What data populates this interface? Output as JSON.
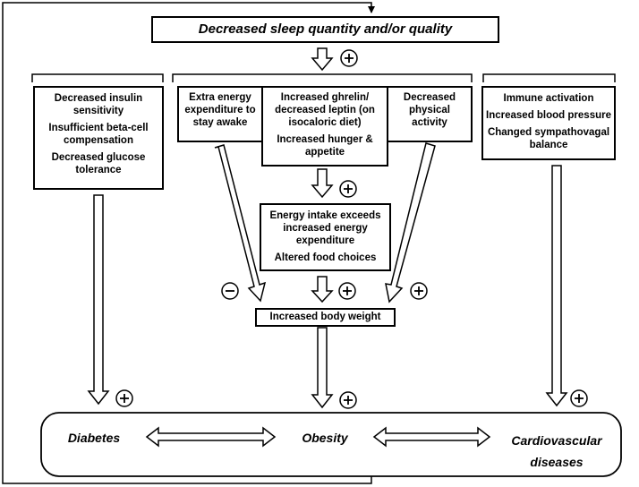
{
  "title": "Decreased  sleep quantity and/or quality",
  "signs": {
    "plus": "+",
    "minus": "−"
  },
  "metabolic": {
    "items": [
      "Decreased insulin sensitivity",
      "Insufficient beta-cell compensation",
      "Decreased glucose tolerance"
    ]
  },
  "energy_expenditure": {
    "text": "Extra energy expenditure to stay awake"
  },
  "hormones": {
    "items": [
      "Increased ghrelin/ decreased leptin (on isocaloric diet)",
      "Increased hunger & appetite"
    ]
  },
  "activity": {
    "text": "Decreased physical activity"
  },
  "cardio_factors": {
    "items": [
      "Immune activation",
      "Increased blood pressure",
      "Changed sympathovagal balance"
    ]
  },
  "energy_intake": {
    "items": [
      "Energy intake exceeds increased energy expenditure",
      "Altered food choices"
    ]
  },
  "body_weight": {
    "text": "Increased body weight"
  },
  "outcomes": {
    "diabetes": "Diabetes",
    "obesity": "Obesity",
    "cardio": "Cardiovascular diseases"
  }
}
